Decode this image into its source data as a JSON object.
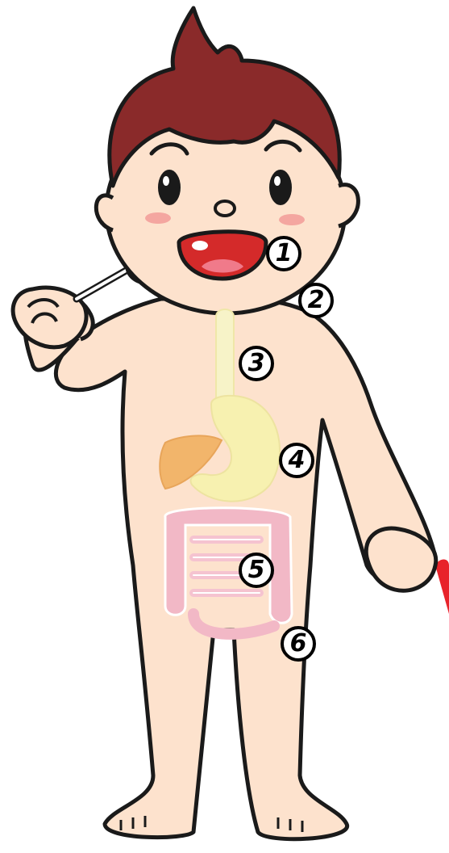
{
  "markers": [
    {
      "id": "m1",
      "label": "1",
      "organ": "mouth"
    },
    {
      "id": "m2",
      "label": "2",
      "organ": "throat"
    },
    {
      "id": "m3",
      "label": "3",
      "organ": "esophagus"
    },
    {
      "id": "m4",
      "label": "4",
      "organ": "stomach"
    },
    {
      "id": "m5",
      "label": "5",
      "organ": "small-intestine"
    },
    {
      "id": "m6",
      "label": "6",
      "organ": "large-intestine"
    }
  ],
  "colors": {
    "skin": "#fde2cd",
    "hair": "#8a2a2a",
    "outline": "#1a1a1a",
    "mouth": "#d42a2a",
    "esophagus": "#f7f3c8",
    "stomach": "#f7f1b0",
    "liver": "#f2b56b",
    "intestine": "#f2b8c6",
    "cheek": "#f4a6a0",
    "heart": "#e8232a"
  }
}
